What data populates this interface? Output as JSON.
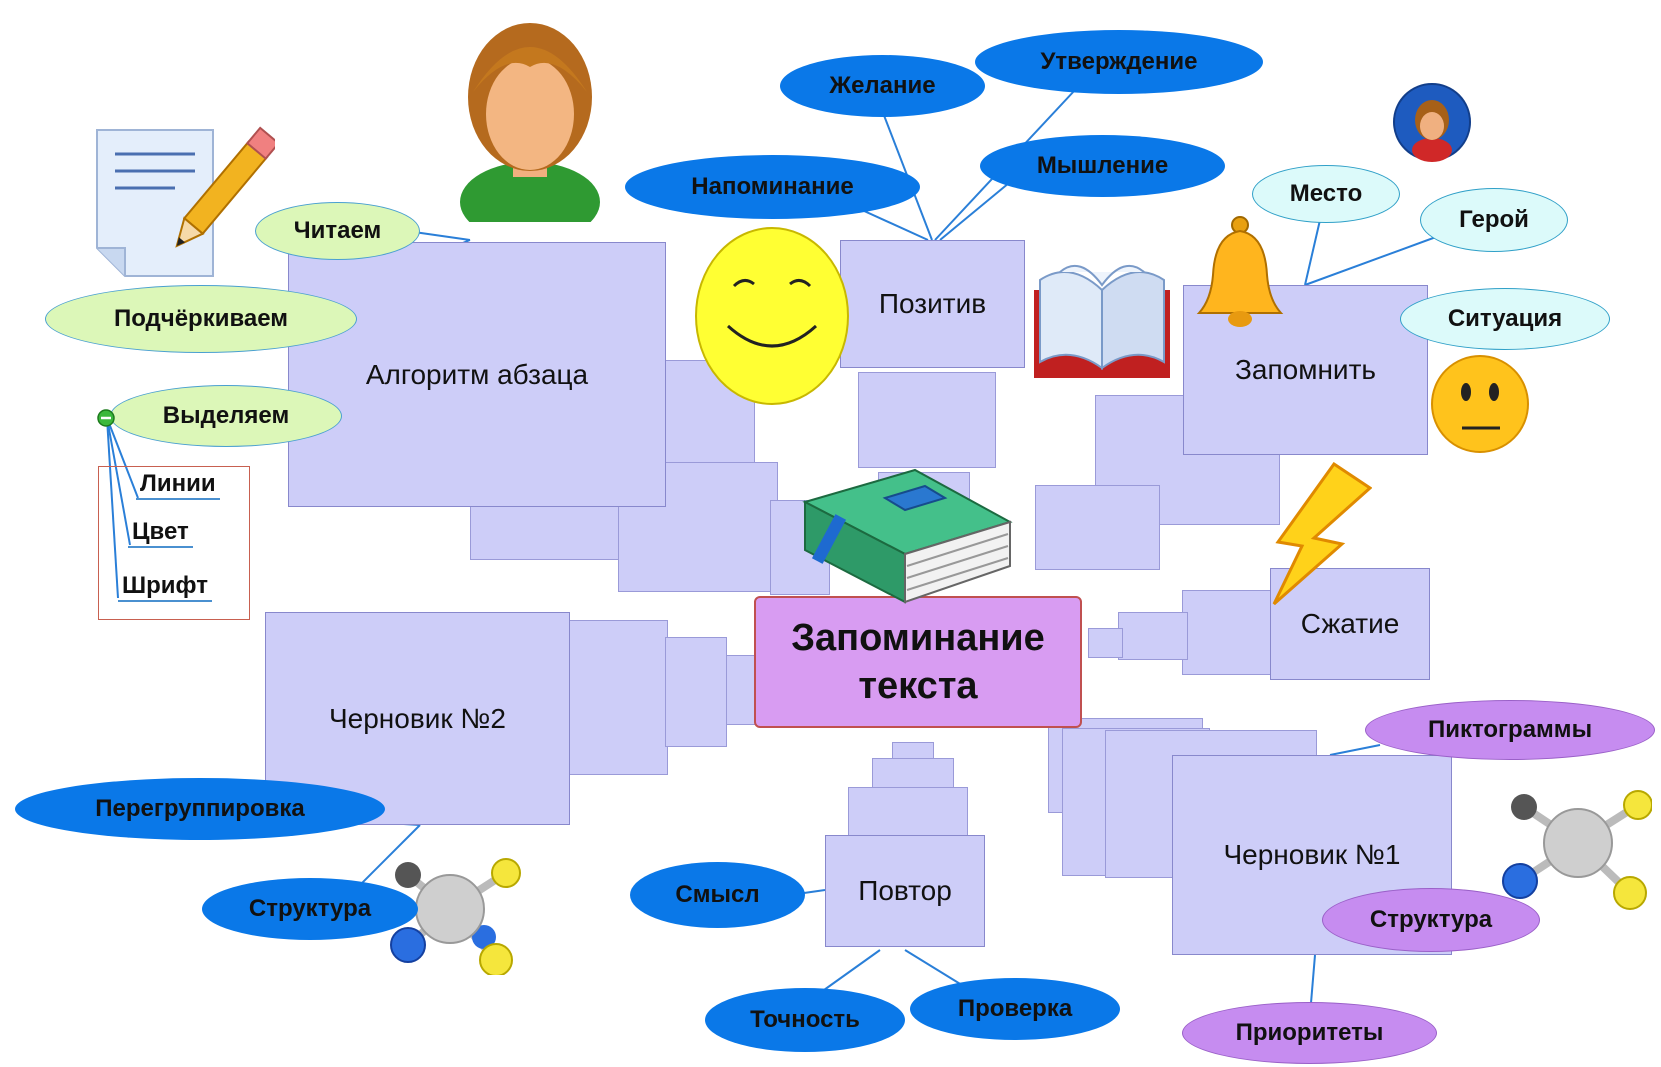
{
  "center": {
    "line1": "Запоминание",
    "line2": "текста"
  },
  "boxes": {
    "algorithm": "Алгоритм абзаца",
    "positive": "Позитив",
    "remember": "Запомнить",
    "compression": "Сжатие",
    "draft2": "Черновик №2",
    "repeat": "Повтор",
    "draft1": "Черновик №1"
  },
  "bubbles": {
    "reading": "Читаем",
    "underline": "Подчёркиваем",
    "highlight": "Выделяем",
    "wish": "Желание",
    "statement": "Утверждение",
    "reminder": "Напоминание",
    "thinking": "Мышление",
    "place": "Место",
    "hero": "Герой",
    "situation": "Ситуация",
    "regroup": "Перегруппировка",
    "structure_left": "Структура",
    "meaning": "Смысл",
    "accuracy": "Точность",
    "check": "Проверка",
    "pictograms": "Пиктограммы",
    "structure_right": "Структура",
    "priorities": "Приоритеты"
  },
  "highlight_items": [
    "Линии",
    "Цвет",
    "Шрифт"
  ],
  "colors": {
    "box": "#cdcdf8",
    "center": "#d89cf2",
    "blue_bubble": "#0a78e8",
    "green_bubble": "#dcf7b8",
    "cyan_bubble": "#dcfafa",
    "violet_bubble": "#c68cf0"
  }
}
